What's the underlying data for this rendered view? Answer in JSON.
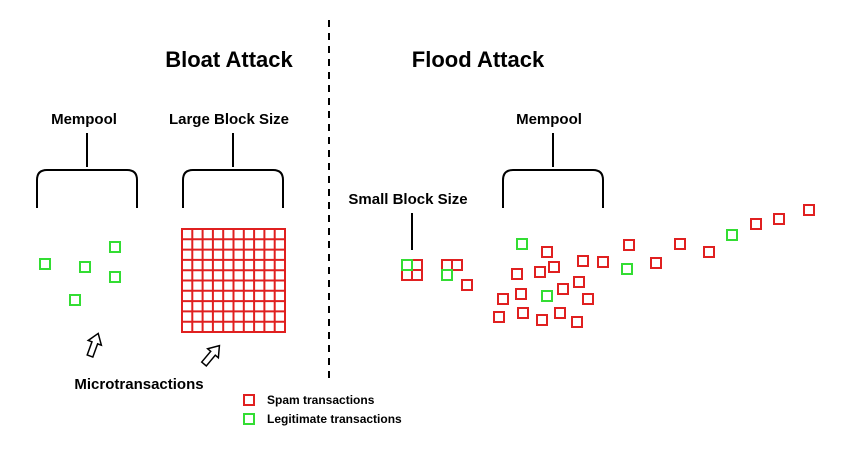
{
  "bloat": {
    "title": "Bloat Attack",
    "mempool_label": "Mempool",
    "block_label": "Large Block Size",
    "micro_label": "Microtransactions"
  },
  "flood": {
    "title": "Flood Attack",
    "mempool_label": "Mempool",
    "block_label": "Small Block Size"
  },
  "legend": {
    "spam_label": "Spam transactions",
    "legit_label": "Legitimate transactions"
  },
  "colors": {
    "spam": "#e02020",
    "legit": "#33dd33",
    "divider": "#000000"
  },
  "icons": {
    "arrow": "hollow-up-arrow-icon",
    "divider": "dashed-divider"
  }
}
